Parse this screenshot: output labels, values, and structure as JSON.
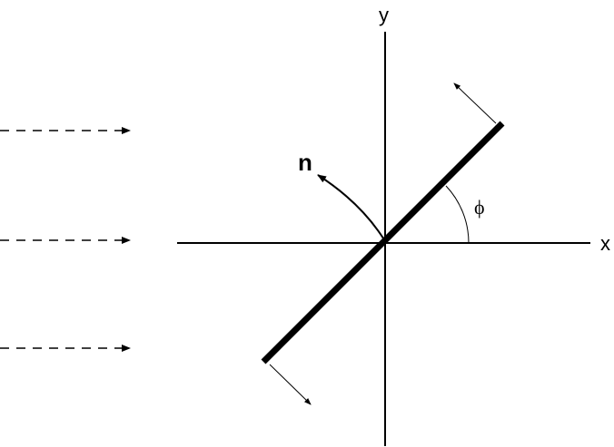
{
  "labels": {
    "x_axis": "x",
    "y_axis": "y",
    "normal_vector": "n",
    "angle": "ϕ"
  },
  "incoming_rays": [
    {
      "id": "ray-top"
    },
    {
      "id": "ray-middle"
    },
    {
      "id": "ray-bottom"
    }
  ],
  "colors": {
    "stroke": "#000000",
    "background": "#ffffff"
  }
}
